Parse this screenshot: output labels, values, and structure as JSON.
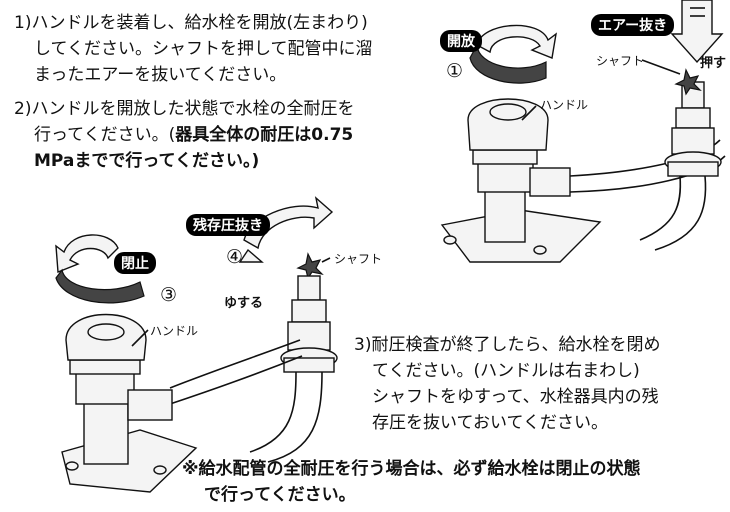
{
  "steps": {
    "step1": {
      "line1": "1)ハンドルを装着し、給水栓を開放(左まわり)",
      "line2": "してください。シャフトを押して配管中に溜",
      "line3": "まったエアーを抜いてください。"
    },
    "step2": {
      "line1": "2)ハンドルを開放した状態で水栓の全耐圧を",
      "line2a": "行ってください。(",
      "line2b": "器具全体の耐圧は0.75",
      "line3": "MPaまでで行ってください。)"
    },
    "step3": {
      "line1": "3)耐圧検査が終了したら、給水栓を閉め",
      "line2": "てください。(ハンドルは右まわし)",
      "line3": "シャフトをゆすって、水栓器具内の残",
      "line4": "存圧を抜いておいてください。"
    }
  },
  "note": {
    "line1": "※給水配管の全耐圧を行う場合は、必ず給水栓は閉止の状態",
    "line2": "で行ってください。"
  },
  "badges": {
    "open": "開放",
    "air_release": "エアー抜き",
    "close": "閉止",
    "residual_release": "残存圧抜き"
  },
  "numbers": {
    "n1": "①",
    "n3": "③",
    "n4": "④"
  },
  "labels": {
    "handle_top": "ハンドル",
    "shaft_top": "シャフト",
    "push": "押す",
    "handle_bottom": "ハンドル",
    "shaft_bottom": "シャフト",
    "shake": "ゆする"
  }
}
